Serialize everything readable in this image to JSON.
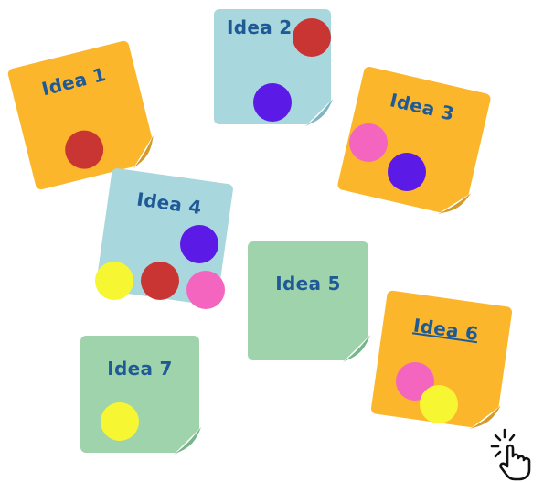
{
  "board": {
    "notes": [
      {
        "label": "Idea 1"
      },
      {
        "label": "Idea 2"
      },
      {
        "label": "Idea 3"
      },
      {
        "label": "Idea 4"
      },
      {
        "label": "Idea 5"
      },
      {
        "label": "Idea 6"
      },
      {
        "label": "Idea 7"
      }
    ]
  },
  "colors": {
    "note_orange": "#fbb62b",
    "note_blue": "#a9d7de",
    "note_green": "#9fd3ac",
    "label_text": "#1f5a96",
    "dot_red": "#c93532",
    "dot_purple": "#5b1ae6",
    "dot_pink": "#f465c0",
    "dot_yellow": "#f6f632"
  },
  "cursor": {
    "icon": "pointer-hand-click-icon"
  }
}
